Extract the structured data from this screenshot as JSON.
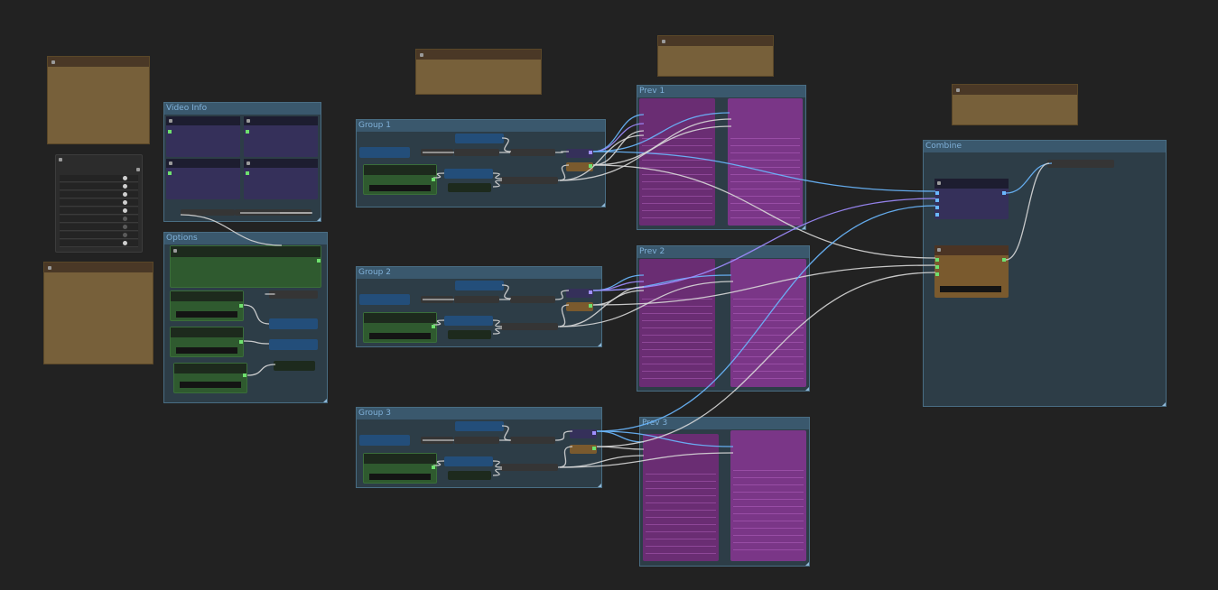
{
  "groups": {
    "video_info": "Video Info",
    "options": "Options",
    "group1": "Group 1",
    "group2": "Group 2",
    "group3": "Group 3",
    "prev1": "Prev 1",
    "prev2": "Prev 2",
    "prev3": "Prev 3",
    "combine": "Combine"
  },
  "colors": {
    "canvas": "#222222",
    "group": "#3e647c",
    "group_title": "#7fb0d8",
    "note": "#77603a",
    "preview": "#6a2d73",
    "wire_blue": "#6ab8ff",
    "wire_purple": "#a08cff",
    "wire_white": "#d8d8d8"
  },
  "icons": {
    "node_collapse": "square-dot-icon",
    "toggle": "toggle-knob-icon",
    "resize": "resize-corner-icon"
  }
}
